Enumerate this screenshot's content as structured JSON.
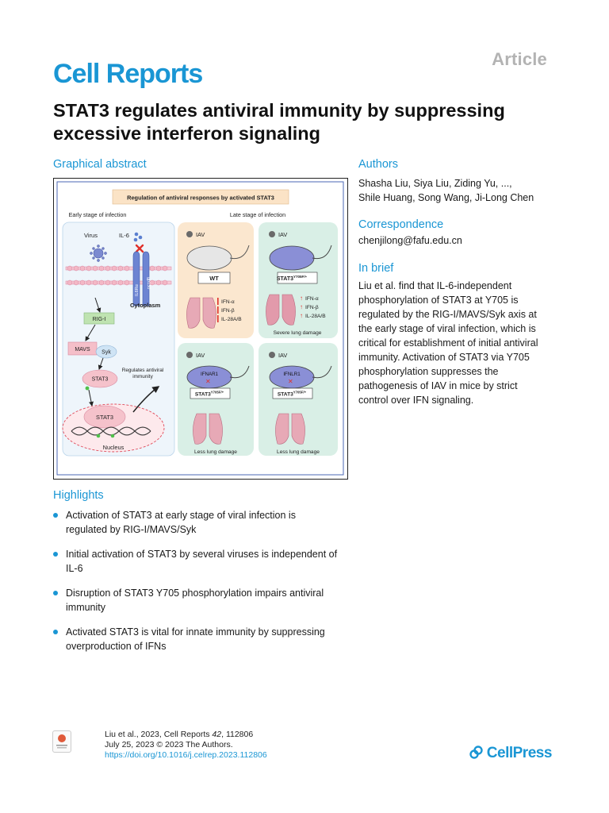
{
  "header": {
    "article_type": "Article",
    "journal": "Cell Reports"
  },
  "title": "STAT3 regulates antiviral immunity by suppressing excessive interferon signaling",
  "graphical_abstract": {
    "heading": "Graphical abstract",
    "banner": "Regulation of antiviral responses by activated STAT3",
    "early_label": "Early stage of infection",
    "late_label": "Late stage of infection",
    "virus": "Virus",
    "il6": "IL-6",
    "il6ra": "IL6Rα",
    "gp130": "gp130",
    "cytoplasm": "Cytoplasm",
    "rigi": "RIG-I",
    "mavs": "MAVS",
    "syk": "Syk",
    "stat3": "STAT3",
    "regulates_1": "Regulates antiviral",
    "regulates_2": "immunity",
    "nucleus": "Nucleus",
    "iav": "IAV",
    "wt": "WT",
    "mutant": "STAT3",
    "mutant_sup": "Y705F/+",
    "ifna": "IFN-α",
    "ifnb": "IFN-β",
    "il28": "IL-28A/B",
    "severe": "Severe lung damage",
    "ifnar1": "IFNAR1",
    "ifnlr1": "IFNLR1",
    "less": "Less lung damage"
  },
  "authors": {
    "heading": "Authors",
    "line1": "Shasha Liu, Siya Liu, Ziding Yu, ...,",
    "line2": "Shile Huang, Song Wang, Ji-Long Chen"
  },
  "correspondence": {
    "heading": "Correspondence",
    "email": "chenjilong@fafu.edu.cn"
  },
  "in_brief": {
    "heading": "In brief",
    "lines": [
      "Liu et al. find that IL-6-independent",
      "phosphorylation of STAT3 at Y705 is",
      "regulated by the RIG-I/MAVS/Syk axis at",
      "the early stage of viral infection, which is",
      "critical for establishment of initial antiviral",
      "immunity. Activation of STAT3 via Y705",
      "phosphorylation suppresses the",
      "pathogenesis of IAV in mice by strict",
      "control over IFN signaling."
    ]
  },
  "highlights": {
    "heading": "Highlights",
    "items": [
      {
        "l1": "Activation of STAT3 at early stage of viral infection is",
        "l2": "regulated by RIG-I/MAVS/Syk"
      },
      {
        "l1": "Initial activation of STAT3 by several viruses is independent of",
        "l2": "IL-6"
      },
      {
        "l1": "Disruption of STAT3 Y705 phosphorylation impairs antiviral",
        "l2": "immunity"
      },
      {
        "l1": "Activated STAT3 is vital for innate immunity by suppressing",
        "l2": "overproduction of IFNs"
      }
    ]
  },
  "citation": {
    "line1_a": "Liu et al., 2023, Cell Reports ",
    "volume": "42",
    "line1_b": ", 112806",
    "line2": "July 25, 2023 © 2023 The Authors.",
    "doi": "https://doi.org/10.1016/j.celrep.2023.112806"
  },
  "publisher": "CellPress",
  "colors": {
    "brand_blue": "#1a96d4",
    "early_bg": "#eef5fb",
    "wt_bg": "#fbe7cf",
    "mut_bg": "#d9efe6",
    "banner_bg": "#fbe3c6",
    "lung": "#e7a9b6",
    "mouse_wt": "#e6e6e6",
    "mouse_mut": "#8a8fd6"
  }
}
